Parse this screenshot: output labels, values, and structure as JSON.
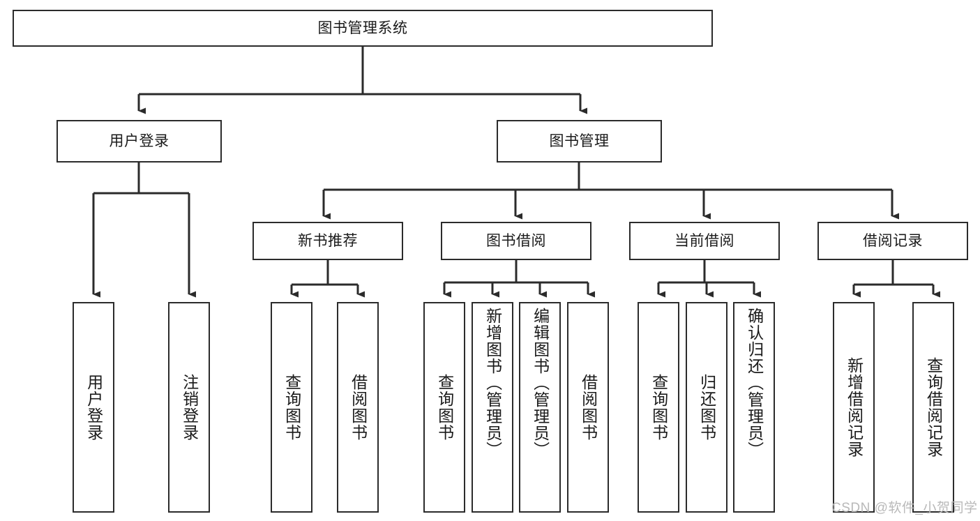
{
  "diagram": {
    "type": "tree-hierarchy-chart",
    "title": "图书管理系统",
    "stroke_color": "#2b2b2b",
    "background_color": "#ffffff",
    "levels": {
      "root": {
        "id": "root",
        "label": "图书管理系统",
        "orientation": "horizontal"
      },
      "level2": [
        {
          "id": "user-login",
          "label": "用户登录",
          "orientation": "horizontal"
        },
        {
          "id": "book-management",
          "label": "图书管理",
          "orientation": "horizontal"
        }
      ],
      "level3": [
        {
          "id": "new-book-recommend",
          "label": "新书推荐",
          "orientation": "horizontal",
          "parent": "book-management"
        },
        {
          "id": "book-borrow",
          "label": "图书借阅",
          "orientation": "horizontal",
          "parent": "book-management"
        },
        {
          "id": "current-borrow",
          "label": "当前借阅",
          "orientation": "horizontal",
          "parent": "book-management"
        },
        {
          "id": "borrow-record",
          "label": "借阅记录",
          "orientation": "horizontal",
          "parent": "book-management"
        }
      ],
      "leaves": [
        {
          "id": "leaf-user-login",
          "label": "用户登录",
          "parent": "user-login",
          "orientation": "vertical"
        },
        {
          "id": "leaf-user-logout",
          "label": "注销登录",
          "parent": "user-login",
          "orientation": "vertical"
        },
        {
          "id": "leaf-query-book-1",
          "label": "查询图书",
          "parent": "new-book-recommend",
          "orientation": "vertical"
        },
        {
          "id": "leaf-borrow-book-1",
          "label": "借阅图书",
          "parent": "new-book-recommend",
          "orientation": "vertical"
        },
        {
          "id": "leaf-query-book-2",
          "label": "查询图书",
          "parent": "book-borrow",
          "orientation": "vertical"
        },
        {
          "id": "leaf-add-book",
          "label": "新增图书（管理员）",
          "parent": "book-borrow",
          "orientation": "vertical"
        },
        {
          "id": "leaf-edit-book",
          "label": "编辑图书（管理员）",
          "parent": "book-borrow",
          "orientation": "vertical"
        },
        {
          "id": "leaf-borrow-book-2",
          "label": "借阅图书",
          "parent": "book-borrow",
          "orientation": "vertical"
        },
        {
          "id": "leaf-query-book-3",
          "label": "查询图书",
          "parent": "current-borrow",
          "orientation": "vertical"
        },
        {
          "id": "leaf-return-book",
          "label": "归还图书",
          "parent": "current-borrow",
          "orientation": "vertical"
        },
        {
          "id": "leaf-confirm-return",
          "label": "确认归还（管理员）",
          "parent": "current-borrow",
          "orientation": "vertical"
        },
        {
          "id": "leaf-add-record",
          "label": "新增借阅记录",
          "parent": "borrow-record",
          "orientation": "vertical"
        },
        {
          "id": "leaf-query-record",
          "label": "查询借阅记录",
          "parent": "borrow-record",
          "orientation": "vertical"
        }
      ]
    }
  },
  "watermark": {
    "text": "CSDN @软件_小贺同学",
    "color": "#b9b9b9"
  }
}
